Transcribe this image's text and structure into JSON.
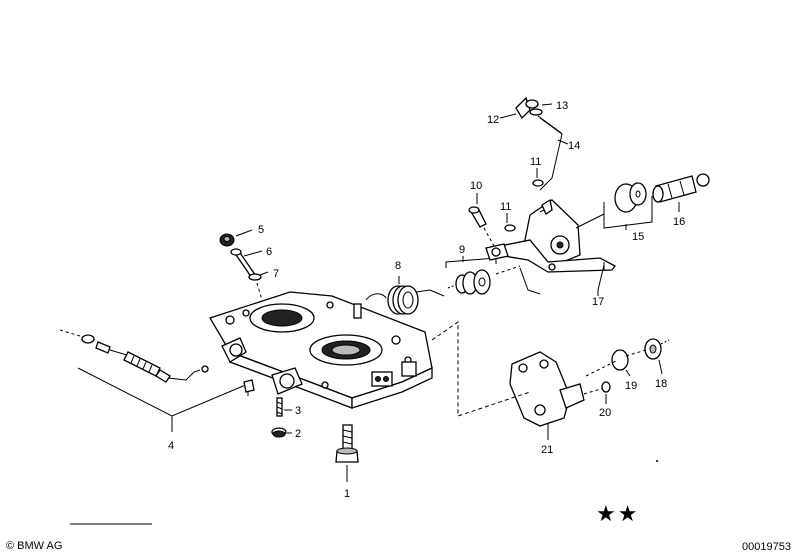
{
  "callouts": [
    {
      "id": "1",
      "text": "1"
    },
    {
      "id": "2",
      "text": "2"
    },
    {
      "id": "3",
      "text": "3"
    },
    {
      "id": "4",
      "text": "4"
    },
    {
      "id": "5",
      "text": "5"
    },
    {
      "id": "6",
      "text": "6"
    },
    {
      "id": "7",
      "text": "7"
    },
    {
      "id": "8",
      "text": "8"
    },
    {
      "id": "9",
      "text": "9"
    },
    {
      "id": "10",
      "text": "10"
    },
    {
      "id": "11a",
      "text": "11"
    },
    {
      "id": "11b",
      "text": "11"
    },
    {
      "id": "12",
      "text": "12"
    },
    {
      "id": "13",
      "text": "13"
    },
    {
      "id": "14",
      "text": "14"
    },
    {
      "id": "15",
      "text": "15"
    },
    {
      "id": "16",
      "text": "16"
    },
    {
      "id": "17",
      "text": "17"
    },
    {
      "id": "18",
      "text": "18"
    },
    {
      "id": "19",
      "text": "19"
    },
    {
      "id": "20",
      "text": "20"
    },
    {
      "id": "21",
      "text": "21"
    }
  ],
  "footer": {
    "copyright": "© BMW AG",
    "reference": "00019753",
    "stars": "★★"
  }
}
